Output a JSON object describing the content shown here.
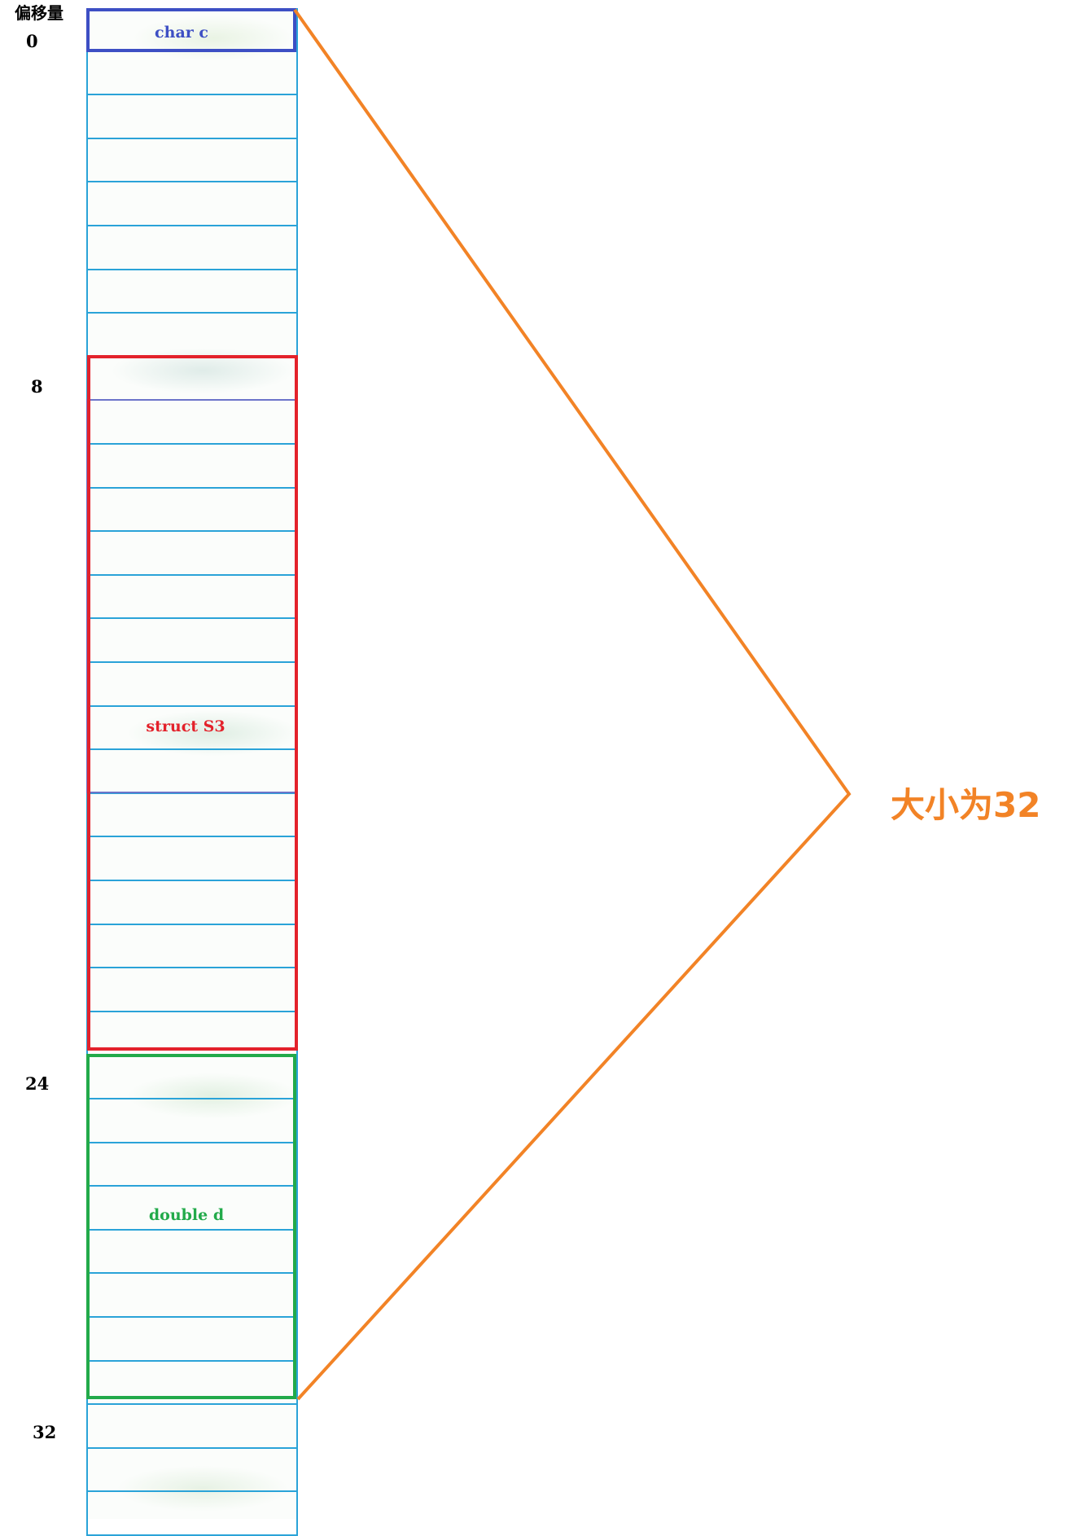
{
  "header": {
    "offset_title": "偏移量"
  },
  "offsets": [
    "0",
    "8",
    "24",
    "32"
  ],
  "memory": {
    "visible_cells": 35
  },
  "members": {
    "char_c": {
      "label": "char c",
      "color": "#3d4fc4"
    },
    "struct_s3": {
      "label": "struct S3",
      "color": "#e3222b"
    },
    "double_d": {
      "label": "double d",
      "color": "#22aa4a"
    }
  },
  "brace": {
    "color": "#f28326"
  },
  "size_annotation": {
    "label": "大小为32",
    "color": "#f28326"
  },
  "colors": {
    "cell_border": "#2aa3d8"
  }
}
